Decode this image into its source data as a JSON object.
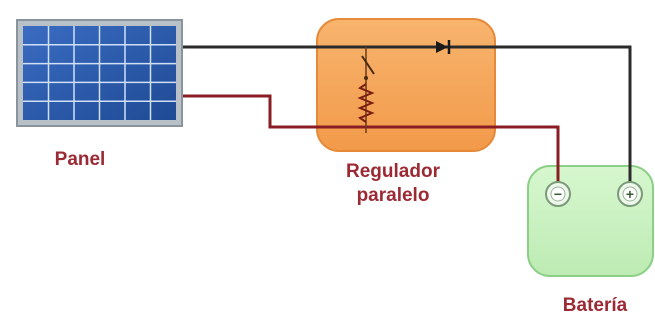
{
  "labels": {
    "panel": "Panel",
    "regulator_line1": "Regulador",
    "regulator_line2": "paralelo",
    "battery": "Batería"
  },
  "battery_terminals": {
    "negative": "−",
    "positive": "+"
  },
  "colors": {
    "label_text": "#9b2a34",
    "positive_wire": "#2b2b2b",
    "negative_wire": "#8a1c24",
    "panel_cell": "#2f5fb0",
    "panel_frame": "#9aa3ab",
    "regulator_fill": "#f6a255",
    "battery_fill": "#c9f2c0",
    "battery_stroke": "#8ccf86"
  },
  "icons": {
    "panel": "solar-panel-icon",
    "switch": "switch-icon",
    "resistor": "resistor-icon",
    "diode": "diode-icon",
    "battery": "battery-icon"
  }
}
